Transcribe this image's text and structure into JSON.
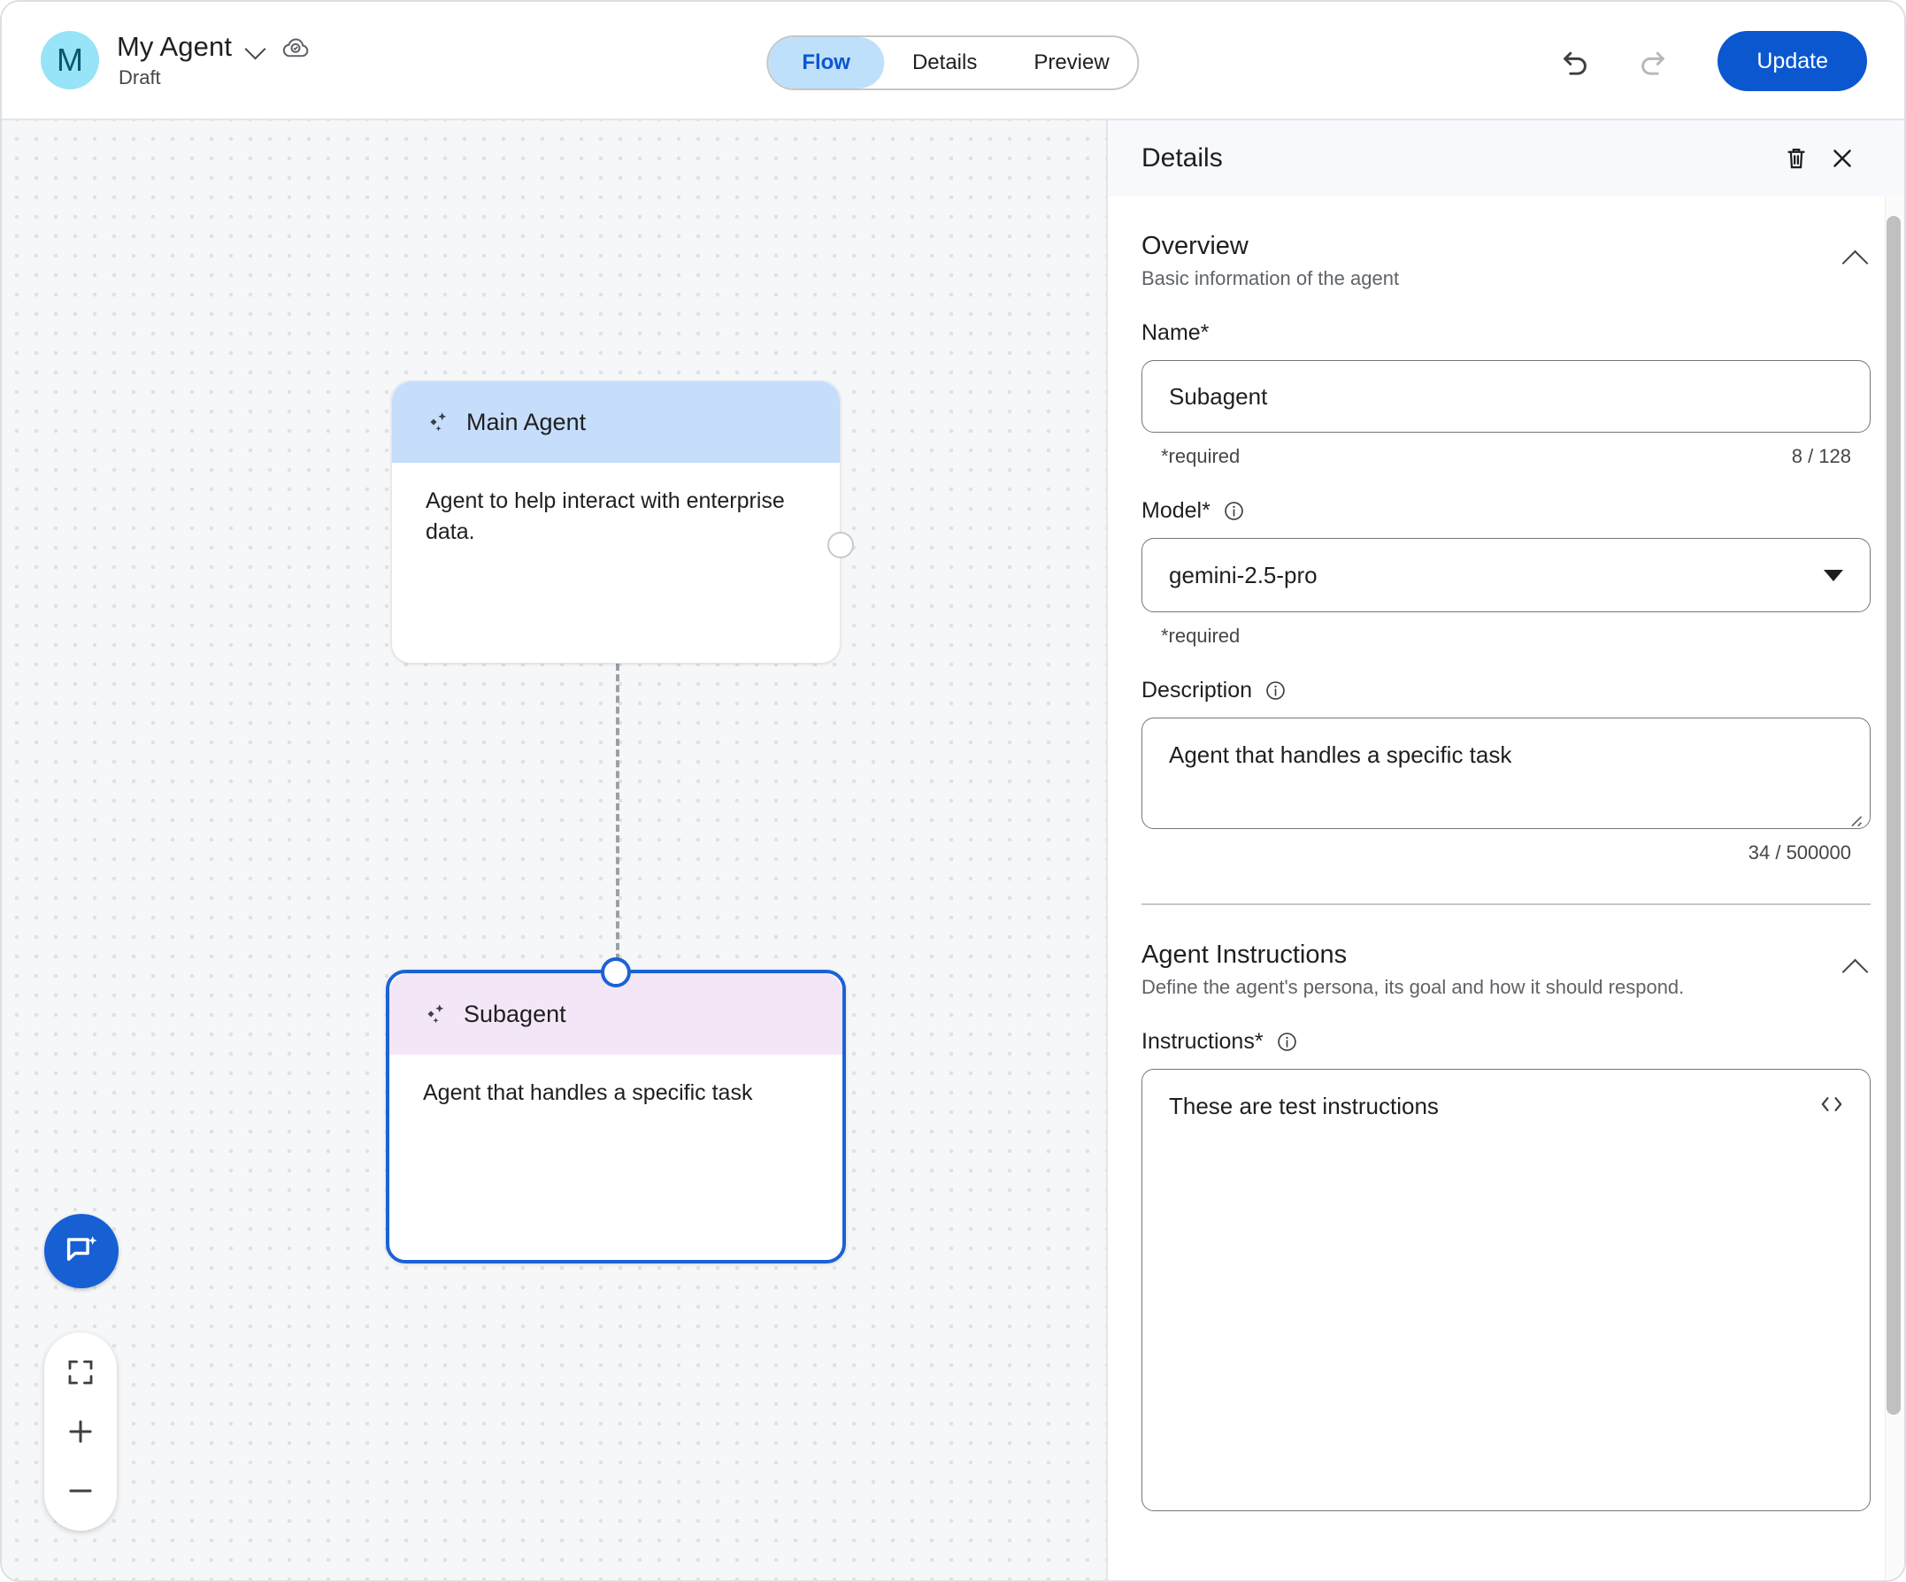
{
  "header": {
    "avatar_initial": "M",
    "agent_name": "My Agent",
    "status": "Draft",
    "dropdown_icon": "chevron-down-icon",
    "cloud_icon": "cloud-saved-icon",
    "tabs": [
      {
        "label": "Flow",
        "active": true
      },
      {
        "label": "Details",
        "active": false
      },
      {
        "label": "Preview",
        "active": false
      }
    ],
    "undo_icon": "undo-icon",
    "redo_icon": "redo-icon",
    "update_label": "Update",
    "accent_blue": "#0b57d0",
    "avatar_bg": "#97e3f7",
    "avatar_fg": "#09556b"
  },
  "canvas": {
    "nodes": [
      {
        "title": "Main Agent",
        "description": "Agent to help interact with enterprise data.",
        "header_color": "#c6ddfb",
        "selected": false
      },
      {
        "title": "Subagent",
        "description": "Agent that handles a specific task",
        "header_color": "#f3e6f7",
        "selected": true
      }
    ],
    "controls": {
      "assistant_icon": "chat-sparkle-icon",
      "fit_icon": "fit-to-screen-icon",
      "zoom_in_icon": "plus-icon",
      "zoom_out_icon": "minus-icon"
    }
  },
  "panel": {
    "title": "Details",
    "delete_icon": "trash-icon",
    "close_icon": "close-icon",
    "overview": {
      "title": "Overview",
      "subtitle": "Basic information of the agent",
      "collapse_icon": "chevron-up-icon",
      "name": {
        "label": "Name*",
        "value": "Subagent",
        "hint": "*required",
        "counter": "8 / 128"
      },
      "model": {
        "label": "Model*",
        "value": "gemini-2.5-pro",
        "hint": "*required",
        "info_icon": "info-icon"
      },
      "description": {
        "label": "Description",
        "value": "Agent that handles a specific task",
        "counter": "34 / 500000",
        "info_icon": "info-icon"
      }
    },
    "instructions_section": {
      "title": "Agent Instructions",
      "subtitle": "Define the agent's persona, its goal and how it should respond.",
      "collapse_icon": "chevron-up-icon",
      "instructions": {
        "label": "Instructions*",
        "value": "These are test instructions",
        "info_icon": "info-icon",
        "code_icon": "code-brackets-icon"
      }
    }
  }
}
